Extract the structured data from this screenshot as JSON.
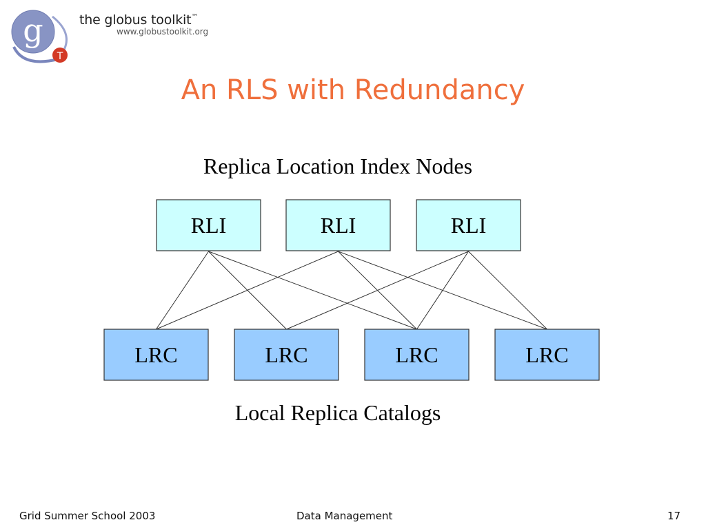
{
  "logo": {
    "brand": "the globus toolkit",
    "trademark": "™",
    "url": "www.globustoolkit.org",
    "letter_g": "g",
    "letter_t": "T"
  },
  "slide": {
    "title": "An RLS with Redundancy"
  },
  "diagram": {
    "top_label": "Replica Location Index Nodes",
    "bottom_label": "Local Replica Catalogs",
    "rli_nodes": [
      {
        "label": "RLI"
      },
      {
        "label": "RLI"
      },
      {
        "label": "RLI"
      }
    ],
    "lrc_nodes": [
      {
        "label": "LRC"
      },
      {
        "label": "LRC"
      },
      {
        "label": "LRC"
      },
      {
        "label": "LRC"
      }
    ],
    "connections": [
      {
        "from_rli": 0,
        "to_lrc": 0
      },
      {
        "from_rli": 0,
        "to_lrc": 1
      },
      {
        "from_rli": 0,
        "to_lrc": 2
      },
      {
        "from_rli": 1,
        "to_lrc": 0
      },
      {
        "from_rli": 1,
        "to_lrc": 2
      },
      {
        "from_rli": 1,
        "to_lrc": 3
      },
      {
        "from_rli": 2,
        "to_lrc": 1
      },
      {
        "from_rli": 2,
        "to_lrc": 2
      },
      {
        "from_rli": 2,
        "to_lrc": 3
      }
    ],
    "colors": {
      "rli_fill": "#ccffff",
      "lrc_fill": "#99ccff"
    }
  },
  "footer": {
    "left": "Grid Summer School 2003",
    "center": "Data Management",
    "page_number": "17"
  }
}
